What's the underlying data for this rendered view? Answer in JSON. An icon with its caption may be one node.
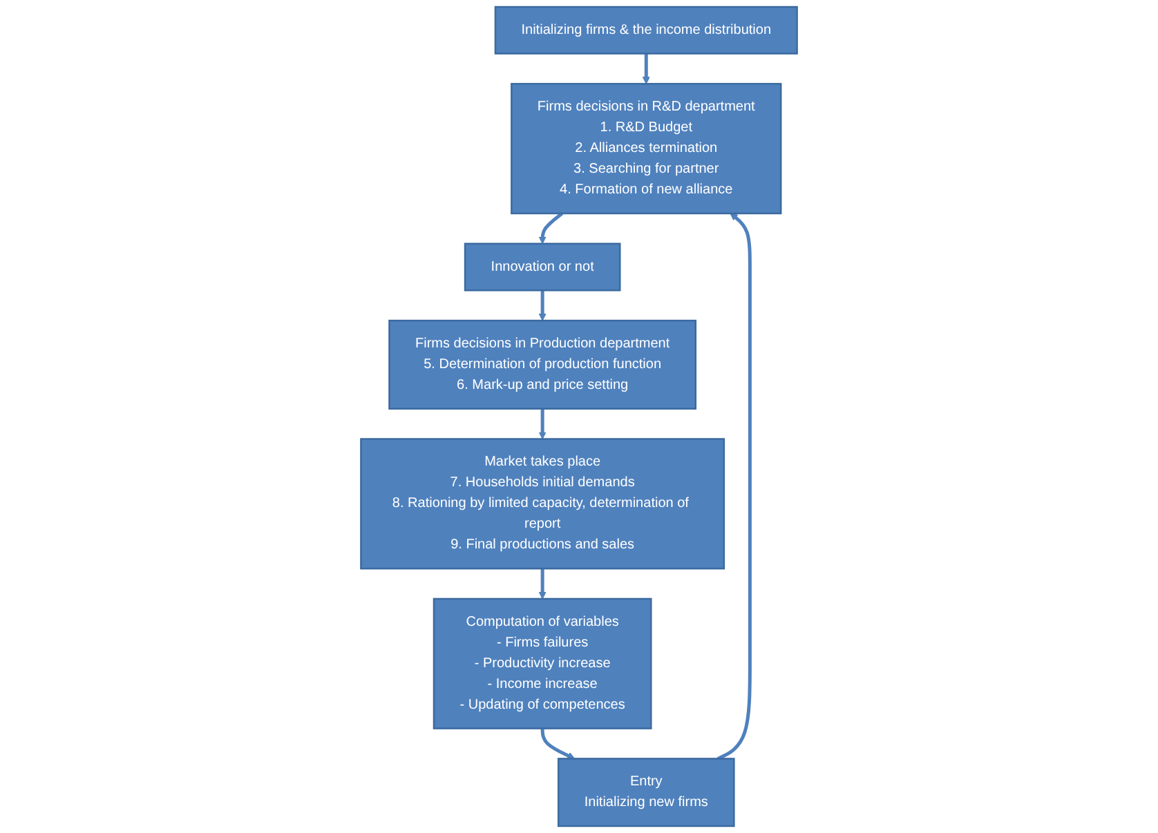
{
  "diagram": {
    "nodes": [
      {
        "text": [
          "Initializing firms & the income distribution"
        ]
      },
      {
        "text": [
          "Firms decisions in R&D department",
          "1. R&D Budget",
          "2. Alliances termination",
          "3. Searching for partner",
          "4. Formation of new alliance"
        ]
      },
      {
        "text": [
          "Innovation or not"
        ]
      },
      {
        "text": [
          "Firms decisions in Production department",
          "5. Determination of production function",
          "6. Mark-up and price setting"
        ]
      },
      {
        "text": [
          "Market takes place",
          "7. Households initial demands",
          "8. Rationing by limited capacity, determination of report",
          "9. Final productions and sales"
        ]
      },
      {
        "text": [
          "Computation of variables",
          "- Firms failures",
          "- Productivity increase",
          "- Income increase",
          "- Updating of competences"
        ]
      },
      {
        "text": [
          "Entry",
          "Initializing new firms"
        ]
      }
    ],
    "edges": [
      {
        "from": 0,
        "to": 1,
        "arrow": "to"
      },
      {
        "from": 1,
        "to": 2,
        "arrow": "to"
      },
      {
        "from": 2,
        "to": 3,
        "arrow": "to"
      },
      {
        "from": 3,
        "to": 4,
        "arrow": "to"
      },
      {
        "from": 4,
        "to": 5,
        "arrow": "to"
      },
      {
        "from": 5,
        "to": 6,
        "arrow": "to"
      },
      {
        "from": 6,
        "to": 1,
        "arrow": "to"
      }
    ]
  }
}
